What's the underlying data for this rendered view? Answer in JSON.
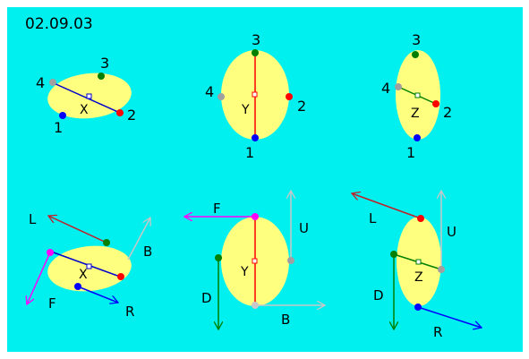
{
  "title": "02.09.03",
  "colors": {
    "background": "#00efef",
    "ellipse_fill": "#ffff7f",
    "blue": "#0000ff",
    "red": "#ff0000",
    "green": "#007f00",
    "gray": "#a0a0a0",
    "magenta": "#ff00ff",
    "dark_red": "#c0202a",
    "dark_green": "#007f00",
    "light_gray": "#c8c8c8",
    "text": "#000000"
  },
  "top_row": [
    {
      "axis_label": "X",
      "point_labels": [
        "1",
        "2",
        "3",
        "4"
      ]
    },
    {
      "axis_label": "Y",
      "point_labels": [
        "1",
        "2",
        "3",
        "4"
      ]
    },
    {
      "axis_label": "Z",
      "point_labels": [
        "1",
        "2",
        "3",
        "4"
      ]
    }
  ],
  "bottom_row": [
    {
      "axis_label": "X",
      "arrow_labels": [
        "L",
        "B",
        "F",
        "R"
      ]
    },
    {
      "axis_label": "Y",
      "arrow_labels": [
        "F",
        "U",
        "D",
        "B"
      ]
    },
    {
      "axis_label": "Z",
      "arrow_labels": [
        "L",
        "U",
        "D",
        "R"
      ]
    }
  ]
}
